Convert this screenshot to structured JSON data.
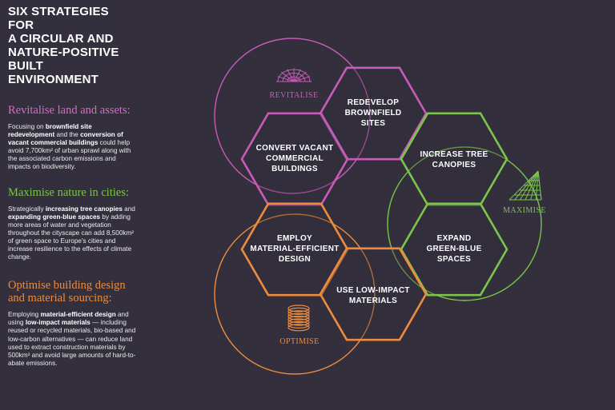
{
  "title": "SIX STRATEGIES FOR\nA CIRCULAR AND\nNATURE-POSITIVE\nBUILT ENVIRONMENT",
  "colors": {
    "background": "#332f3c",
    "revitalise": "#c95bb8",
    "maximise": "#7bc64a",
    "optimise": "#ee8c3e"
  },
  "sections": {
    "revitalise": {
      "heading": "Revitalise land and assets:",
      "parts": [
        {
          "t": "Focusing on ",
          "b": false
        },
        {
          "t": "brownfield site redevelopment",
          "b": true
        },
        {
          "t": " and the ",
          "b": false
        },
        {
          "t": "conversion of vacant commercial buildings",
          "b": true
        },
        {
          "t": " could help avoid 7,700km² of urban sprawl along with the associated carbon emissions and impacts on biodiversity.",
          "b": false
        }
      ]
    },
    "maximise": {
      "heading": "Maximise nature in cities:",
      "parts": [
        {
          "t": "Strategically ",
          "b": false
        },
        {
          "t": "increasing tree canopies",
          "b": true
        },
        {
          "t": " and ",
          "b": false
        },
        {
          "t": "expanding green-blue spaces",
          "b": true
        },
        {
          "t": " by adding more areas of water and vegetation throughout the cityscape can add 8,500km² of green space to Europe's cities and increase resilience to the effects of climate change.",
          "b": false
        }
      ]
    },
    "optimise": {
      "heading": "Optimise building design and material sourcing:",
      "parts": [
        {
          "t": "Employing ",
          "b": false
        },
        {
          "t": "material-efficient design",
          "b": true
        },
        {
          "t": " and using ",
          "b": false
        },
        {
          "t": "low-impact materials",
          "b": true
        },
        {
          "t": " — including reused or recycled materials, bio-based and low-carbon alternatives — can reduce land used to extract construction materials by 500km² and avoid large amounts of hard-to-abate emissions.",
          "b": false
        }
      ]
    }
  },
  "categories": {
    "revitalise": {
      "label": "REVITALISE",
      "icon": "fan-arc-icon"
    },
    "maximise": {
      "label": "MAXIMISE",
      "icon": "triangle-mesh-icon"
    },
    "optimise": {
      "label": "OPTIMISE",
      "icon": "coil-cylinder-icon"
    }
  },
  "hexagons": [
    {
      "key": "redevelop",
      "lines": [
        "REDEVELOP",
        "BROWNFIELD",
        "SITES"
      ],
      "group": "revitalise"
    },
    {
      "key": "convert",
      "lines": [
        "CONVERT VACANT",
        "COMMERCIAL",
        "BUILDINGS"
      ],
      "group": "revitalise"
    },
    {
      "key": "tree",
      "lines": [
        "INCREASE TREE",
        "CANOPIES"
      ],
      "group": "maximise"
    },
    {
      "key": "expand",
      "lines": [
        "EXPAND",
        "GREEN-BLUE",
        "SPACES"
      ],
      "group": "maximise"
    },
    {
      "key": "employ",
      "lines": [
        "EMPLOY",
        "MATERIAL-EFFICIENT",
        "DESIGN"
      ],
      "group": "optimise"
    },
    {
      "key": "lowimpact",
      "lines": [
        "USE LOW-IMPACT",
        "MATERIALS"
      ],
      "group": "optimise"
    }
  ]
}
